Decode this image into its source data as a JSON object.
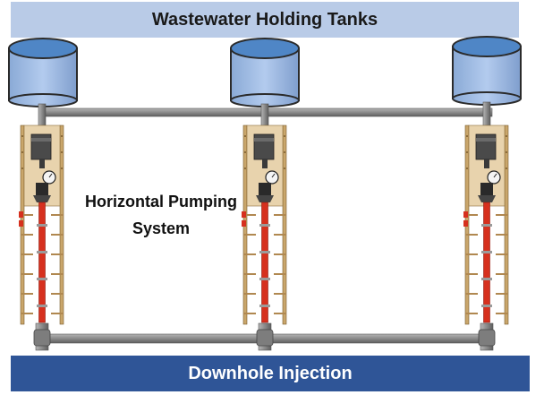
{
  "diagram": {
    "header_label": "Wastewater Holding Tanks",
    "footer_label": "Downhole Injection",
    "center_label_line1": "Horizontal Pumping",
    "center_label_line2": "System"
  },
  "colors": {
    "tank_fill": "#9fbbe3",
    "tank_stroke": "#2b2b2b",
    "pipe": "#8c8c8c",
    "frame": "#d6b98a",
    "pump_rod": "#d6301e",
    "header_bg": "#b9cbe7",
    "footer_bg": "#2f5597"
  }
}
